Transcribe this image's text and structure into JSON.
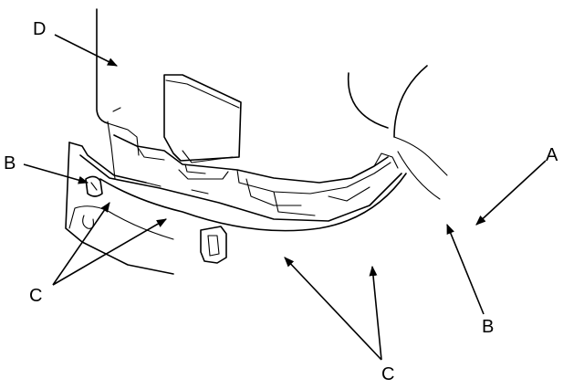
{
  "labels": {
    "D": "D",
    "B_left": "B",
    "C_left": "C",
    "A": "A",
    "B_right": "B",
    "C_bottom": "C"
  },
  "colors": {
    "ink": "#000000",
    "paper": "#ffffff"
  }
}
